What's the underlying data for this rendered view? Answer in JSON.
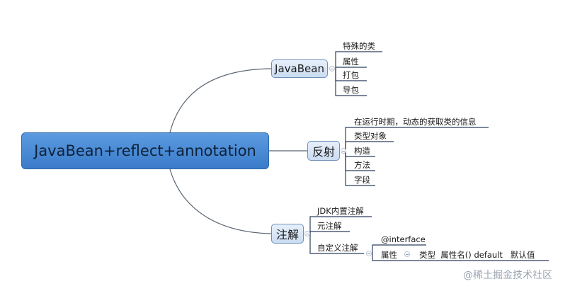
{
  "root": {
    "label": "JavaBean+reflect+annotation"
  },
  "branches": {
    "javabean": {
      "label": "JavaBean",
      "items": [
        "特殊的类",
        "属性",
        "打包",
        "导包"
      ]
    },
    "reflect": {
      "label": "反射",
      "items": [
        "在运行时期，动态的获取类的信息",
        "类型对象",
        "构造",
        "方法",
        "字段"
      ]
    },
    "annotation": {
      "label": "注解",
      "items": [
        "JDK内置注解",
        "元注解",
        "自定义注解"
      ],
      "custom": {
        "items": [
          "@interface",
          "属性"
        ],
        "attribute_detail": "类型  属性名() default   默认值"
      }
    }
  },
  "watermark": "@稀土掘金技术社区"
}
